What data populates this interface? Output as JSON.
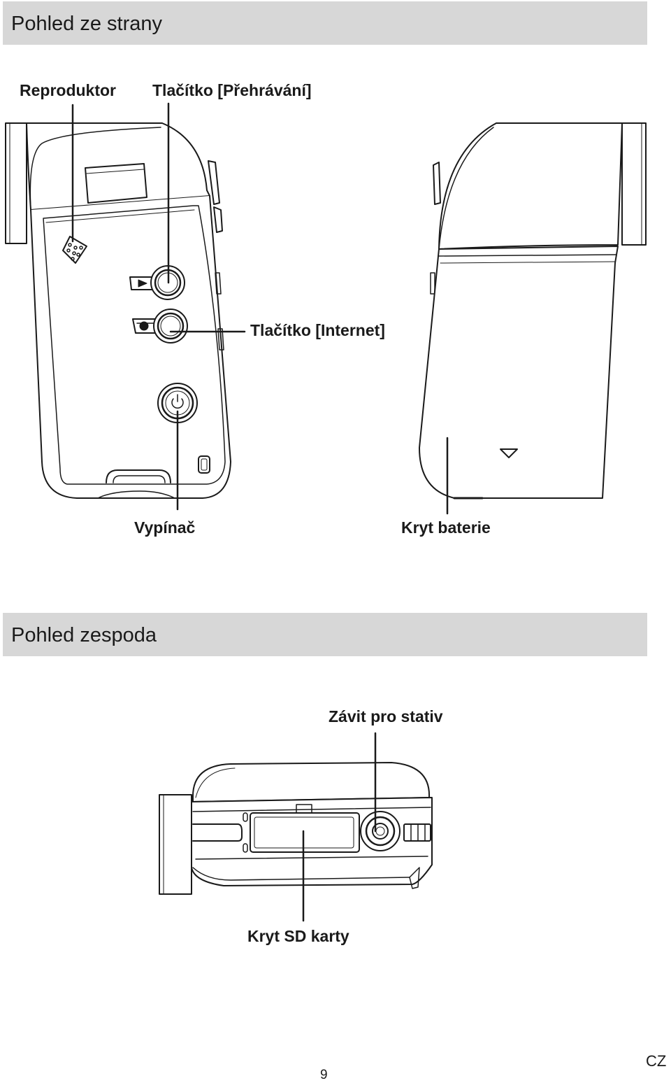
{
  "side_view": {
    "heading": "Pohled ze strany",
    "labels": {
      "speaker": "Reproduktor",
      "playback_button": "Tlačítko [Přehrávání]",
      "internet_button": "Tlačítko [Internet]",
      "power_switch": "Vypínač",
      "battery_cover": "Kryt baterie"
    }
  },
  "bottom_view": {
    "heading": "Pohled zespoda",
    "labels": {
      "tripod_socket": "Závit pro stativ",
      "sd_card_cover": "Kryt SD karty"
    }
  },
  "footer": {
    "page_number": "9",
    "language": "CZ"
  }
}
